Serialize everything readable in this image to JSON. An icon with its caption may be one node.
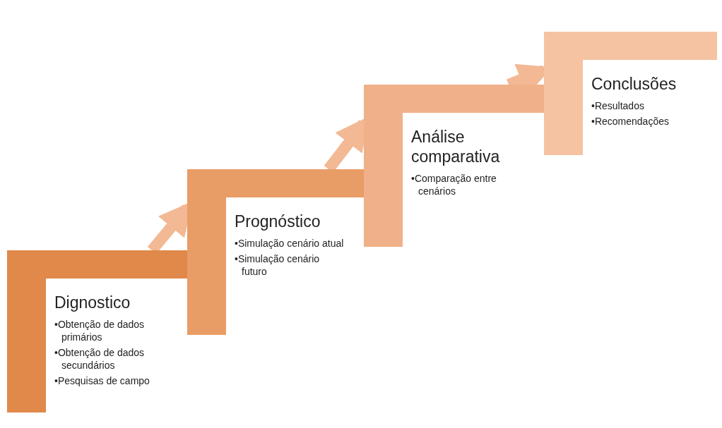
{
  "diagram": {
    "nodes": [
      {
        "text": [
          "Dignostico",
          "•Obtenção de dados primários",
          "•Obtenção de dados secundários",
          "•Pesquisas de campo"
        ]
      },
      {
        "text": [
          "Prognóstico",
          "•Simulação cenário atual",
          "•Simulação cenário futuro"
        ]
      },
      {
        "text": [
          "Análise comparativa",
          "•Comparação entre cenários"
        ]
      },
      {
        "text": [
          "Conclusões",
          "•Resultados",
          "•Recomendações"
        ]
      }
    ],
    "edges": [
      {
        "from": 0,
        "to": 1,
        "arrow": "to"
      },
      {
        "from": 1,
        "to": 2,
        "arrow": "to"
      },
      {
        "from": 2,
        "to": 3,
        "arrow": "to"
      }
    ]
  }
}
